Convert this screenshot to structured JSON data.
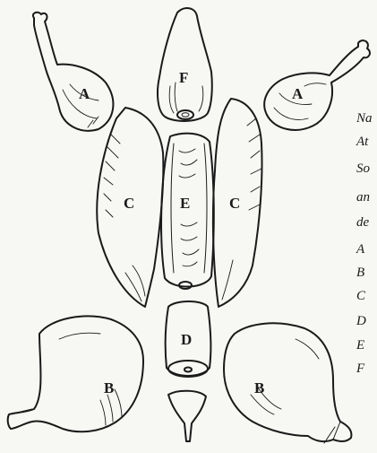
{
  "diagram": {
    "pieces": [
      {
        "id": "A",
        "label": "A"
      },
      {
        "id": "A",
        "label": "A"
      },
      {
        "id": "F",
        "label": "F"
      },
      {
        "id": "C",
        "label": "C"
      },
      {
        "id": "E",
        "label": "E"
      },
      {
        "id": "C",
        "label": "C"
      },
      {
        "id": "D",
        "label": "D"
      },
      {
        "id": "B",
        "label": "B"
      },
      {
        "id": "B",
        "label": "B"
      }
    ],
    "side_text": [
      "Na",
      "At",
      "So",
      "an",
      "de",
      "A",
      "B",
      "C",
      "D",
      "E",
      "F"
    ]
  }
}
